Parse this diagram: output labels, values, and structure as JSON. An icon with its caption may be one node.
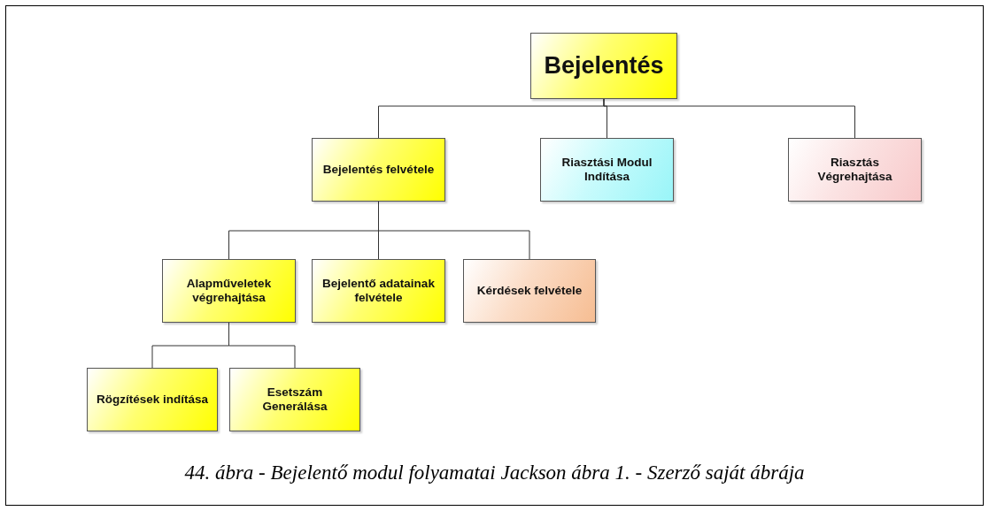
{
  "diagram": {
    "caption": "44. ábra - Bejelentő modul folyamatai Jackson ábra 1. - Szerző saját ábrája",
    "nodes": [
      {
        "text": [
          "Bejelentés"
        ]
      },
      {
        "text": [
          "Bejelentés felvétele"
        ]
      },
      {
        "text": [
          "Riasztási Modul Indítása"
        ]
      },
      {
        "text": [
          "Riasztás Végrehajtása"
        ]
      },
      {
        "text": [
          "Alapműveletek végrehajtása"
        ]
      },
      {
        "text": [
          "Bejelentő adatainak felvétele"
        ]
      },
      {
        "text": [
          "Kérdések felvétele"
        ]
      },
      {
        "text": [
          "Rögzítések indítása"
        ]
      },
      {
        "text": [
          "Esetszám Generálása"
        ]
      }
    ],
    "edges": [
      {
        "from": 0,
        "to": 1,
        "arrow": "none"
      },
      {
        "from": 0,
        "to": 2,
        "arrow": "none"
      },
      {
        "from": 0,
        "to": 3,
        "arrow": "none"
      },
      {
        "from": 1,
        "to": 4,
        "arrow": "none"
      },
      {
        "from": 1,
        "to": 5,
        "arrow": "none"
      },
      {
        "from": 1,
        "to": 6,
        "arrow": "none"
      },
      {
        "from": 4,
        "to": 7,
        "arrow": "none"
      },
      {
        "from": 4,
        "to": 8,
        "arrow": "none"
      }
    ]
  }
}
